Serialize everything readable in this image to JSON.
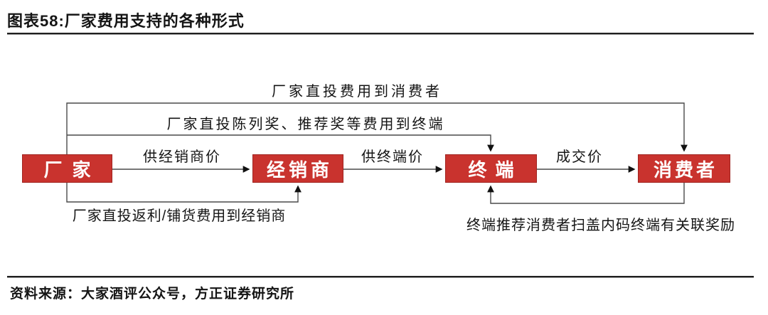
{
  "header": {
    "title": "图表58:厂家费用支持的各种形式"
  },
  "footer": {
    "source": "资料来源：大家酒评公众号，方正证券研究所"
  },
  "colors": {
    "node_fill": "#c9332e",
    "node_border": "#a02420",
    "node_text": "#ffffff",
    "line": "#4a4a4a",
    "arrowhead": "#111111",
    "text": "#141414",
    "rule": "#1f1f1f"
  },
  "diagram": {
    "nodes": [
      {
        "id": "factory",
        "label": "厂家"
      },
      {
        "id": "distributor",
        "label": "经销商"
      },
      {
        "id": "terminal",
        "label": "终端"
      },
      {
        "id": "consumer",
        "label": "消费者"
      }
    ],
    "edge_labels": {
      "consumer_direct": "厂家直投费用到消费者",
      "terminal_direct": "厂家直投陈列奖、推荐奖等费用到终端",
      "distributor_price": "供经销商价",
      "terminal_price": "供终端价",
      "deal_price": "成交价",
      "distributor_rebate": "厂家直投返利/铺货费用到经销商",
      "terminal_scan_reward": "终端推荐消费者扫盖内码终端有关联奖励"
    }
  }
}
